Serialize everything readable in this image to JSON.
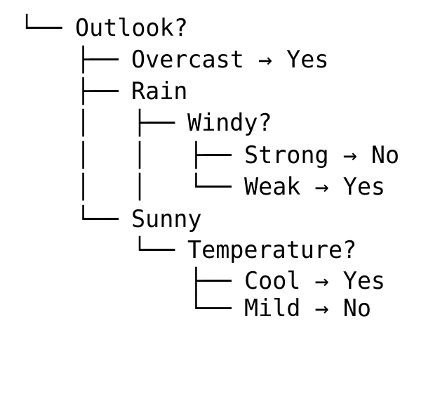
{
  "tree": {
    "rows": [
      {
        "branch": "└──",
        "label": "Outlook?"
      },
      {
        "branch": "    ├──",
        "label": "Overcast → Yes"
      },
      {
        "branch": "    ├──",
        "label": "Rain"
      },
      {
        "branch": "    │   ├──",
        "label": "Windy?"
      },
      {
        "branch": "    │   │   ├──",
        "label": "Strong → No"
      },
      {
        "branch": "    │   │   └──",
        "label": "Weak → Yes"
      },
      {
        "branch": "    └──",
        "label": "Sunny"
      },
      {
        "branch": "        └──",
        "label": "Temperature?"
      },
      {
        "branch": "            ├──",
        "label": "Cool → Yes"
      },
      {
        "branch": "            └──",
        "label": "Mild → No"
      }
    ]
  }
}
